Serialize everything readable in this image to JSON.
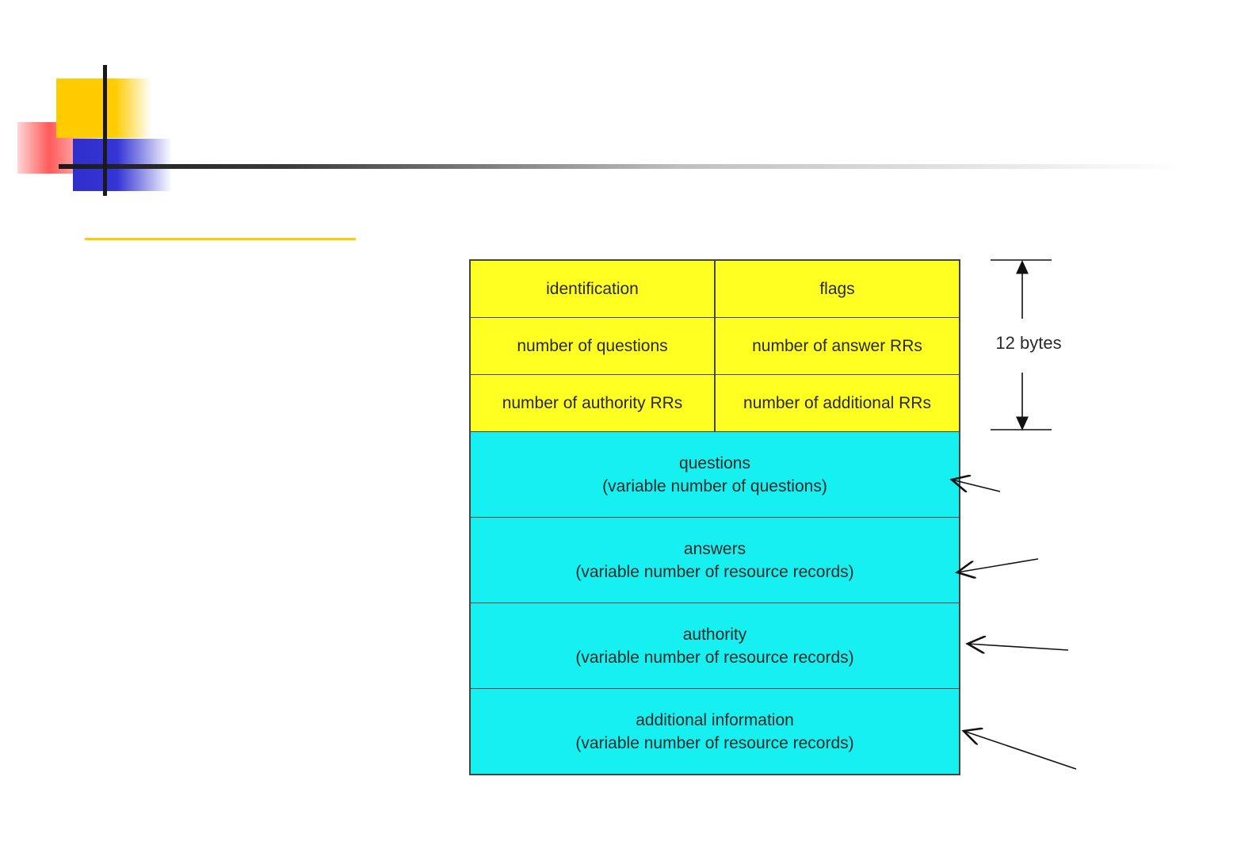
{
  "header": {
    "colors": {
      "yellow": "#ffcc00",
      "red": "#ff5a5a",
      "blue": "#3535d6",
      "rule": "#1a1a1a"
    }
  },
  "message": {
    "header_rows": [
      [
        "identification",
        "flags"
      ],
      [
        "number of questions",
        "number of answer RRs"
      ],
      [
        "number of authority RRs",
        "number of additional RRs"
      ]
    ],
    "sections": [
      {
        "name": "questions",
        "detail": "(variable number of questions)"
      },
      {
        "name": "answers",
        "detail": "(variable number of resource records)"
      },
      {
        "name": "authority",
        "detail": "(variable number of resource  records)"
      },
      {
        "name": "additional information",
        "detail": "(variable number of resource records)"
      }
    ],
    "colors": {
      "header_fill": "#ffff22",
      "section_fill": "#16f0f0"
    }
  },
  "size_label": "12 bytes"
}
